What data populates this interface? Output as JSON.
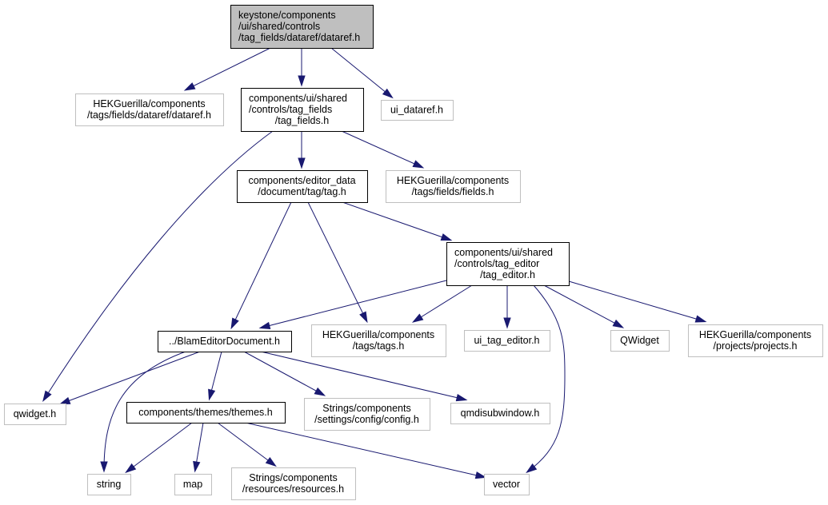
{
  "diagram": {
    "type": "include-dependency-graph",
    "colors": {
      "edge": "#191970",
      "root_fill": "#bfbfbf",
      "local_border": "#000000",
      "external_border": "#bfbfbf"
    },
    "nodes": [
      {
        "id": "root",
        "kind": "root",
        "lines": [
          "keystone/components",
          "/ui/shared/controls",
          "/tag_fields/dataref/dataref.h"
        ]
      },
      {
        "id": "hek_dataref",
        "kind": "external",
        "lines": [
          "HEKGuerilla/components",
          "/tags/fields/dataref/dataref.h"
        ]
      },
      {
        "id": "tag_fields",
        "kind": "local",
        "lines": [
          "components/ui/shared",
          "/controls/tag_fields",
          "/tag_fields.h"
        ]
      },
      {
        "id": "ui_dataref",
        "kind": "external",
        "lines": [
          "ui_dataref.h"
        ]
      },
      {
        "id": "tag_h",
        "kind": "local",
        "lines": [
          "components/editor_data",
          "/document/tag/tag.h"
        ]
      },
      {
        "id": "hek_fields",
        "kind": "external",
        "lines": [
          "HEKGuerilla/components",
          "/tags/fields/fields.h"
        ]
      },
      {
        "id": "tag_editor",
        "kind": "local",
        "lines": [
          "components/ui/shared",
          "/controls/tag_editor",
          "/tag_editor.h"
        ]
      },
      {
        "id": "blam_doc",
        "kind": "local",
        "lines": [
          "../BlamEditorDocument.h"
        ]
      },
      {
        "id": "hek_tags",
        "kind": "external",
        "lines": [
          "HEKGuerilla/components",
          "/tags/tags.h"
        ]
      },
      {
        "id": "ui_tag_editor",
        "kind": "external",
        "lines": [
          "ui_tag_editor.h"
        ]
      },
      {
        "id": "QWidget",
        "kind": "external",
        "lines": [
          "QWidget"
        ]
      },
      {
        "id": "hek_projects",
        "kind": "external",
        "lines": [
          "HEKGuerilla/components",
          "/projects/projects.h"
        ]
      },
      {
        "id": "qwidget_h",
        "kind": "external",
        "lines": [
          "qwidget.h"
        ]
      },
      {
        "id": "themes",
        "kind": "local",
        "lines": [
          "components/themes/themes.h"
        ]
      },
      {
        "id": "config",
        "kind": "external",
        "lines": [
          "Strings/components",
          "/settings/config/config.h"
        ]
      },
      {
        "id": "qmdisubwindow",
        "kind": "external",
        "lines": [
          "qmdisubwindow.h"
        ]
      },
      {
        "id": "string",
        "kind": "external",
        "lines": [
          "string"
        ]
      },
      {
        "id": "map",
        "kind": "external",
        "lines": [
          "map"
        ]
      },
      {
        "id": "resources",
        "kind": "external",
        "lines": [
          "Strings/components",
          "/resources/resources.h"
        ]
      },
      {
        "id": "vector",
        "kind": "external",
        "lines": [
          "vector"
        ]
      }
    ],
    "edges": [
      {
        "from": "root",
        "to": "hek_dataref"
      },
      {
        "from": "root",
        "to": "tag_fields"
      },
      {
        "from": "root",
        "to": "ui_dataref"
      },
      {
        "from": "tag_fields",
        "to": "qwidget_h"
      },
      {
        "from": "tag_fields",
        "to": "tag_h"
      },
      {
        "from": "tag_fields",
        "to": "hek_fields"
      },
      {
        "from": "tag_h",
        "to": "blam_doc"
      },
      {
        "from": "tag_h",
        "to": "hek_tags"
      },
      {
        "from": "tag_h",
        "to": "tag_editor"
      },
      {
        "from": "tag_editor",
        "to": "blam_doc"
      },
      {
        "from": "tag_editor",
        "to": "hek_tags"
      },
      {
        "from": "tag_editor",
        "to": "ui_tag_editor"
      },
      {
        "from": "tag_editor",
        "to": "vector"
      },
      {
        "from": "tag_editor",
        "to": "QWidget"
      },
      {
        "from": "tag_editor",
        "to": "hek_projects"
      },
      {
        "from": "blam_doc",
        "to": "qwidget_h"
      },
      {
        "from": "blam_doc",
        "to": "string"
      },
      {
        "from": "blam_doc",
        "to": "themes"
      },
      {
        "from": "blam_doc",
        "to": "config"
      },
      {
        "from": "blam_doc",
        "to": "qmdisubwindow"
      },
      {
        "from": "themes",
        "to": "string"
      },
      {
        "from": "themes",
        "to": "map"
      },
      {
        "from": "themes",
        "to": "resources"
      },
      {
        "from": "themes",
        "to": "vector"
      }
    ]
  }
}
